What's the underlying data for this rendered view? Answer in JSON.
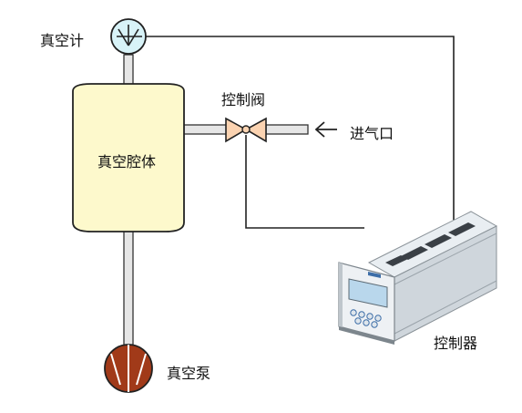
{
  "labels": {
    "gauge": "真空计",
    "valve": "控制阀",
    "inlet": "进气口",
    "chamber": "真空腔体",
    "controller": "控制器",
    "pump": "真空泵"
  },
  "colors": {
    "chamber_fill": "#fdf9cc",
    "gauge_fill": "#d8f3f8",
    "valve_fill": "#fbd3b1",
    "pump_fill": "#a13a19",
    "pipe_fill": "#e6e6e6",
    "outline": "#222222"
  },
  "icons": {
    "gauge": "vacuum-gauge-icon",
    "valve": "butterfly-valve-icon",
    "pump": "vacuum-pump-icon",
    "controller": "controller-device-icon",
    "inlet": "inlet-arrow-icon"
  }
}
